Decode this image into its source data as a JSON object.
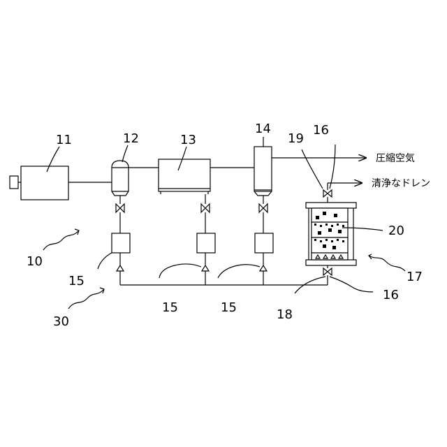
{
  "labels": {
    "compressor": "11",
    "separator": "12",
    "dryer": "13",
    "filter": "14",
    "system": "10",
    "drain_trap_1": "15",
    "drain_trap_2": "15",
    "drain_trap_3": "15",
    "drain_line": "30",
    "valve_top": "16",
    "valve_bottom": "16",
    "treatment_unit": "17",
    "inlet": "18",
    "outlet": "19",
    "media": "20"
  },
  "outputs": {
    "compressed_air": "圧縮空気",
    "clean_drain": "清浄なドレン"
  }
}
